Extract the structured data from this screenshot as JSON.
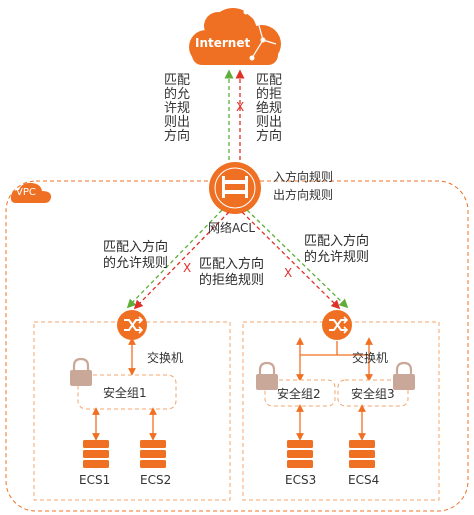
{
  "colors": {
    "orange": "#f07023",
    "orange_light": "#f5a46c",
    "allow_green": "#5fae3a",
    "deny_red": "#e0302a",
    "lock_gray": "#c9a89a"
  },
  "internet": {
    "label": "Internet"
  },
  "vpc": {
    "label": "VPC"
  },
  "acl": {
    "label": "网络ACL",
    "inbound_rule": "入方向规则",
    "outbound_rule": "出方向规则"
  },
  "top_edge": {
    "allow_label": "匹配的允许规则出方向",
    "deny_label": "匹配的拒绝规则出方向",
    "deny_mark": "X"
  },
  "mid_edges": {
    "left_allow_line1": "匹配入方向",
    "left_allow_line2": "的允许规则",
    "center_deny_line1": "匹配入方向",
    "center_deny_line2": "的拒绝规则",
    "right_allow_line1": "匹配入方向",
    "right_allow_line2": "的允许规则",
    "deny_mark": "X"
  },
  "left_zone": {
    "switch_label": "交换机",
    "security_group": "安全组1",
    "ecs": [
      "ECS1",
      "ECS2"
    ]
  },
  "right_zone": {
    "switch_label": "交换机",
    "security_groups": [
      "安全组2",
      "安全组3"
    ],
    "ecs": [
      "ECS3",
      "ECS4"
    ]
  }
}
